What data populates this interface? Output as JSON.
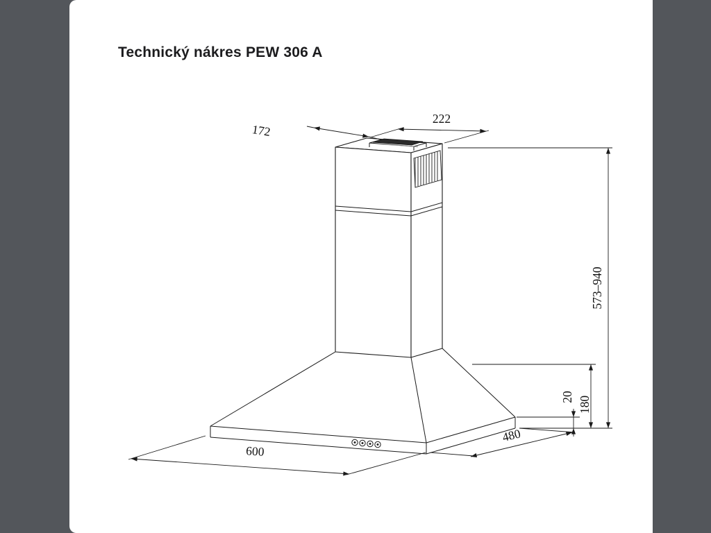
{
  "page": {
    "title": "Technický nákres PEW 306 A"
  },
  "drawing": {
    "labels": {
      "chimney_depth": "172",
      "chimney_width": "222",
      "height_range": "573–940",
      "rim_height": "20",
      "body_height": "180",
      "width": "600",
      "depth": "480"
    }
  },
  "colors": {
    "backdrop": "#53565b",
    "page": "#ffffff",
    "line": "#1a1a1a"
  }
}
